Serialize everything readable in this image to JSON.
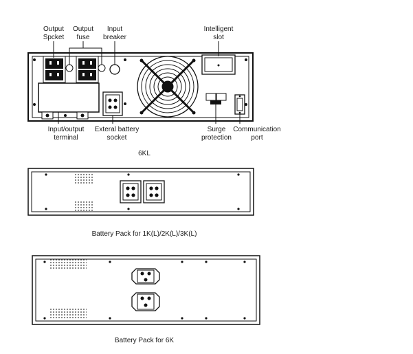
{
  "top_panel": {
    "labels": {
      "output_socket": [
        "Output",
        "Spcket"
      ],
      "output_fuse": [
        "Output",
        "fuse"
      ],
      "input_breaker": [
        "Input",
        "breaker"
      ],
      "intelligent_slot": [
        "Intelligent",
        "slot"
      ],
      "io_terminal": [
        "Input/output",
        "terminal"
      ],
      "ext_battery_socket": [
        "Exteral battery",
        "socket"
      ],
      "surge_protection": [
        "Surge",
        "protection"
      ],
      "comm_port": [
        "Communication",
        "port"
      ]
    },
    "caption": "6KL"
  },
  "battery_1k": {
    "caption": "Battery Pack for 1K(L)/2K(L)/3K(L)"
  },
  "battery_6k": {
    "caption": "Battery Pack for 6K"
  }
}
